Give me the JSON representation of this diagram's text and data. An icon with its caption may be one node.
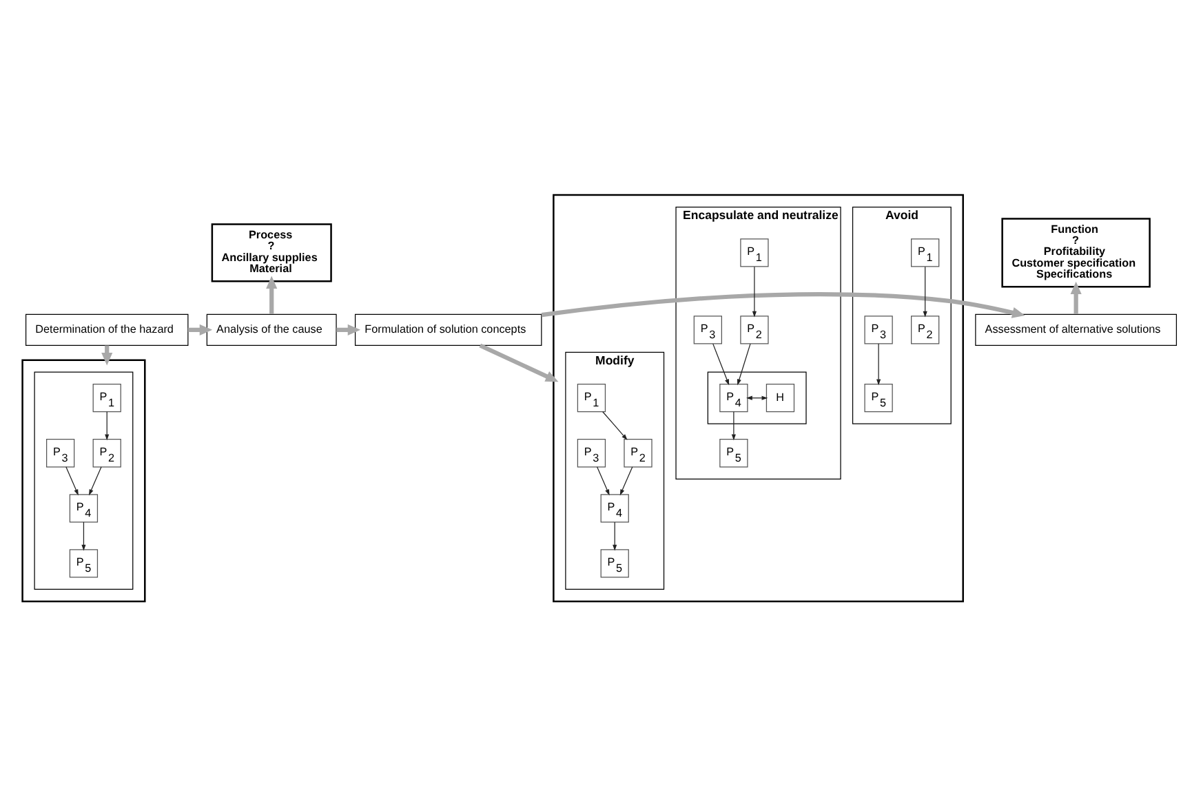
{
  "diagram": {
    "nodes": [
      {
        "text": [
          "Determination of the hazard"
        ]
      },
      {
        "text": [
          "Analysis of the cause"
        ]
      },
      {
        "text": [
          "Formulation of solution concepts"
        ]
      },
      {
        "text": [
          "Assessment of alternative solutions"
        ]
      },
      {
        "text": [
          "Process",
          "?",
          "Ancillary supplies",
          "Material"
        ]
      },
      {
        "text": [
          "Function",
          "?",
          "Profitability",
          "Customer specification",
          "Specifications"
        ]
      },
      {
        "text": [],
        "shape": "box"
      },
      {
        "text": [],
        "shape": "box",
        "in": 6
      },
      {
        "text": [
          "P$_{1}$"
        ],
        "in": 7
      },
      {
        "text": [
          "P$_{2}$"
        ],
        "in": 7
      },
      {
        "text": [
          "P$_{3}$"
        ],
        "in": 7
      },
      {
        "text": [
          "P$_{4}$"
        ],
        "in": 7
      },
      {
        "text": [
          "P$_{5}$"
        ],
        "in": 7
      },
      {
        "text": [],
        "shape": "box"
      },
      {
        "text": [
          "Modify"
        ],
        "in": 13
      },
      {
        "text": [
          "P$_{1}$"
        ],
        "in": 14
      },
      {
        "text": [
          "P$_{2}$"
        ],
        "in": 14
      },
      {
        "text": [
          "P$_{3}$"
        ],
        "in": 14
      },
      {
        "text": [
          "P$_{4}$"
        ],
        "in": 14
      },
      {
        "text": [
          "P$_{5}$"
        ],
        "in": 14
      },
      {
        "text": [
          "Avoid"
        ],
        "in": 13
      },
      {
        "text": [
          "P$_{1}$"
        ],
        "in": 20
      },
      {
        "text": [
          "P$_{2}$"
        ],
        "in": 20
      },
      {
        "text": [
          "P$_{3}$"
        ],
        "in": 20
      },
      {
        "text": [
          "P$_{5}$"
        ],
        "in": 20
      },
      {
        "text": [
          "Encapsulate and neutralize"
        ],
        "in": 13
      },
      {
        "text": [
          "P$_{1}$"
        ],
        "in": 25
      },
      {
        "text": [
          "P$_{2}$"
        ],
        "in": 25
      },
      {
        "text": [
          "P$_{3}$"
        ],
        "in": 25
      },
      {
        "text": [],
        "shape": "box",
        "in": 25
      },
      {
        "text": [
          "P$_{4}$"
        ],
        "in": 29
      },
      {
        "text": [
          "H"
        ],
        "in": 29
      },
      {
        "text": [
          "P$_{5}$"
        ],
        "in": 25
      }
    ],
    "edges": [
      {
        "from": 0,
        "to": 1,
        "arrow": "to",
        "style": "thick",
        "color": "#a8a8a8"
      },
      {
        "from": 1,
        "to": 2,
        "arrow": "to",
        "style": "thick",
        "color": "#a8a8a8"
      },
      {
        "from": 2,
        "to": 3,
        "arrow": "to",
        "style": "thick",
        "color": "#a8a8a8"
      },
      {
        "from": 1,
        "to": 4,
        "arrow": "to",
        "style": "thick",
        "color": "#a8a8a8"
      },
      {
        "from": 3,
        "to": 5,
        "arrow": "to",
        "style": "thick",
        "color": "#a8a8a8"
      },
      {
        "from": 0,
        "to": 6,
        "arrow": "to",
        "style": "thick",
        "color": "#a8a8a8"
      },
      {
        "from": 2,
        "to": 13,
        "arrow": "to",
        "style": "thick",
        "color": "#a8a8a8"
      },
      {
        "from": 8,
        "to": 9,
        "arrow": "to"
      },
      {
        "from": 9,
        "to": 11,
        "arrow": "to"
      },
      {
        "from": 10,
        "to": 11,
        "arrow": "to"
      },
      {
        "from": 11,
        "to": 12,
        "arrow": "to"
      },
      {
        "from": 15,
        "to": 16,
        "arrow": "to"
      },
      {
        "from": 16,
        "to": 18,
        "arrow": "to"
      },
      {
        "from": 17,
        "to": 18,
        "arrow": "to"
      },
      {
        "from": 18,
        "to": 19,
        "arrow": "to"
      },
      {
        "from": 21,
        "to": 22,
        "arrow": "to"
      },
      {
        "from": 23,
        "to": 24,
        "arrow": "to"
      },
      {
        "from": 26,
        "to": 27,
        "arrow": "to"
      },
      {
        "from": 27,
        "to": 30,
        "arrow": "to"
      },
      {
        "from": 28,
        "to": 30,
        "arrow": "to"
      },
      {
        "from": 30,
        "to": 31,
        "arrow": "both"
      },
      {
        "from": 30,
        "to": 32,
        "arrow": "to"
      }
    ]
  }
}
